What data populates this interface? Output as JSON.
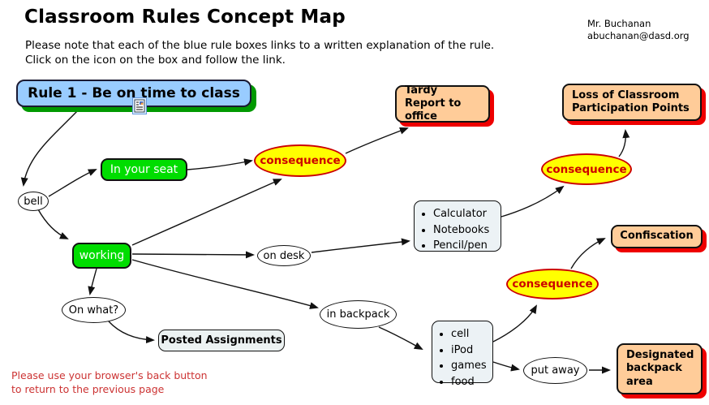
{
  "header": {
    "title": "Classroom Rules Concept Map",
    "note_line1": "Please note that each of the blue rule boxes links to a written explanation of the rule.",
    "note_line2": "Click on the icon on the box and follow the link.",
    "author_name": "Mr. Buchanan",
    "author_email": "abuchanan@dasd.org"
  },
  "rule": {
    "label": "Rule 1 - Be on time to class",
    "icon": "document-link-icon"
  },
  "nodes": {
    "bell": "bell",
    "in_your_seat": "In your seat",
    "working": "working",
    "on_desk": "on desk",
    "in_backpack": "in backpack",
    "on_what": "On what?",
    "put_away": "put away",
    "posted_assignments": "Posted Assignments",
    "consequence_1": "consequence",
    "consequence_2": "consequence",
    "consequence_3": "consequence"
  },
  "outcomes": {
    "tardy_report": "Tardy Report to office",
    "loss_points": "Loss of Classroom Participation Points",
    "confiscation": "Confiscation",
    "designated_area": "Designated backpack area"
  },
  "lists": {
    "supplies": [
      "Calculator",
      "Notebooks",
      "Pencil/pen"
    ],
    "devices": [
      "cell",
      "iPod",
      "games",
      "food"
    ]
  },
  "footer": {
    "note_line1": "Please use your browser's back button",
    "note_line2": "to return to the previous page"
  },
  "colors": {
    "rule_fill": "#99CCFF",
    "rule_shadow_green": "#009900",
    "outcome_fill": "#FFCC99",
    "outcome_shadow_red": "#EE0000",
    "action_green": "#00DD00",
    "consequence_fill": "#FFFF00",
    "consequence_border": "#CC0000",
    "list_fill": "#ECF2F5",
    "footer_red": "#CC3333"
  },
  "edges": [
    {
      "from": "rule_1",
      "to": "bell"
    },
    {
      "from": "bell",
      "to": "in_your_seat"
    },
    {
      "from": "bell",
      "to": "working"
    },
    {
      "from": "in_your_seat",
      "to": "consequence_1"
    },
    {
      "from": "working",
      "to": "consequence_1"
    },
    {
      "from": "consequence_1",
      "to": "tardy_report"
    },
    {
      "from": "working",
      "to": "on_desk"
    },
    {
      "from": "working",
      "to": "in_backpack"
    },
    {
      "from": "working",
      "to": "on_what"
    },
    {
      "from": "on_what",
      "to": "posted_assignments"
    },
    {
      "from": "on_desk",
      "to": "supplies_list"
    },
    {
      "from": "supplies_list",
      "to": "consequence_2"
    },
    {
      "from": "consequence_2",
      "to": "loss_points"
    },
    {
      "from": "in_backpack",
      "to": "devices_list"
    },
    {
      "from": "devices_list",
      "to": "consequence_3"
    },
    {
      "from": "consequence_3",
      "to": "confiscation"
    },
    {
      "from": "devices_list",
      "to": "put_away"
    },
    {
      "from": "put_away",
      "to": "designated_area"
    }
  ]
}
